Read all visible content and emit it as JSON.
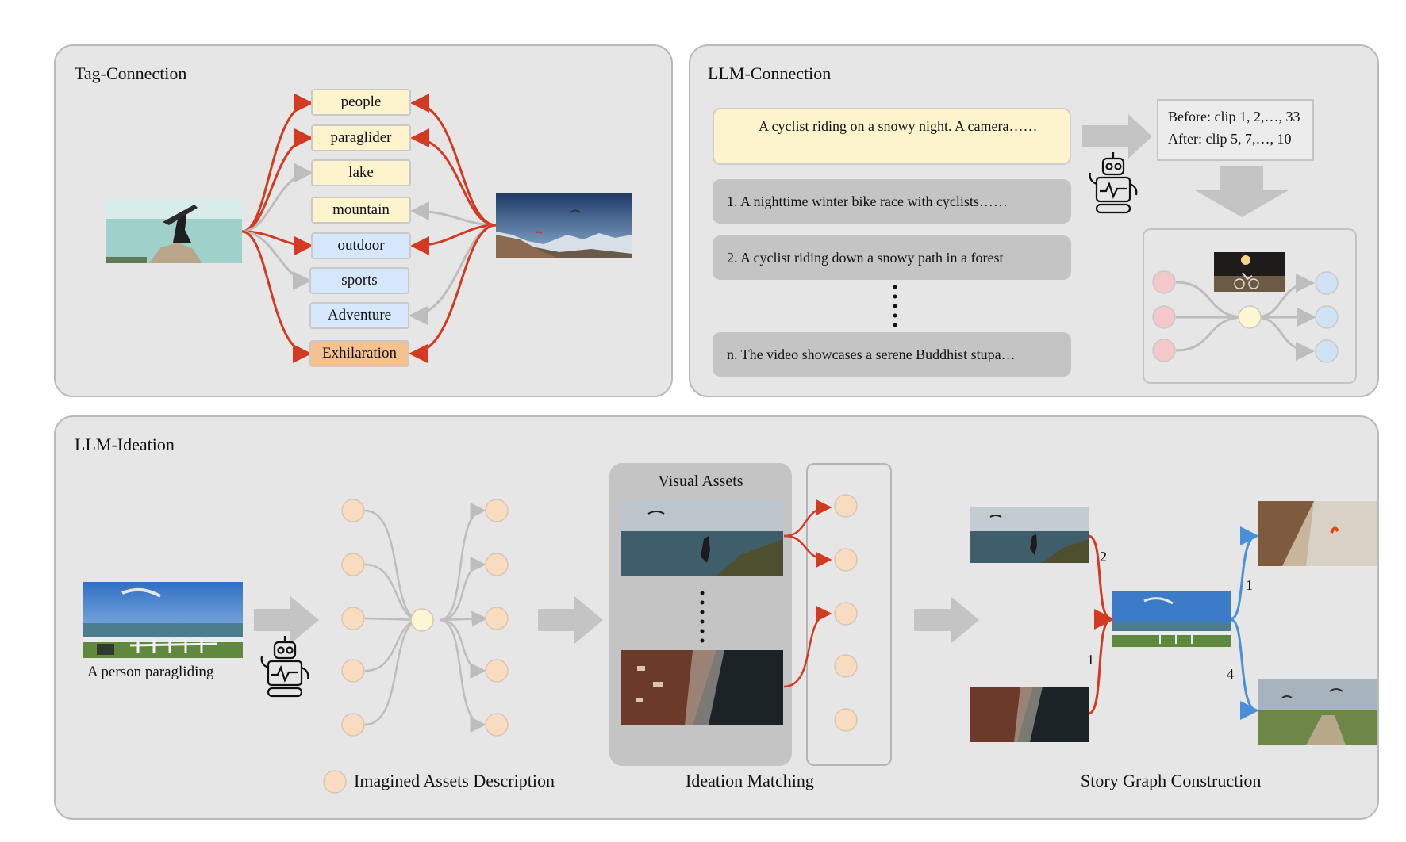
{
  "tag_connection": {
    "title": "Tag-Connection",
    "tags": [
      {
        "label": "people",
        "style": "y"
      },
      {
        "label": "paraglider",
        "style": "y"
      },
      {
        "label": "lake",
        "style": "y"
      },
      {
        "label": "mountain",
        "style": "y"
      },
      {
        "label": "outdoor",
        "style": "b"
      },
      {
        "label": "sports",
        "style": "b"
      },
      {
        "label": "Adventure",
        "style": "b"
      },
      {
        "label": "Exhilaration",
        "style": "o"
      }
    ]
  },
  "llm_connection": {
    "title": "LLM-Connection",
    "query": "A cyclist riding on a snowy night. A camera……",
    "candidates": [
      "1. A nighttime winter bike race with cyclists……",
      "2. A cyclist riding down a snowy path in a forest",
      "n. The video showcases a serene Buddhist stupa…"
    ],
    "result": {
      "before": "Before: clip 1, 2,…, 33",
      "after": "After: clip 5, 7,…, 10"
    }
  },
  "llm_ideation": {
    "title": "LLM-Ideation",
    "input_caption": "A person paragliding",
    "visual_assets_title": "Visual Assets",
    "legend_label": "Imagined Assets Description",
    "matching_label": "Ideation Matching",
    "story_label": "Story Graph Construction",
    "edge_numbers": {
      "top_in": "2",
      "bottom_in": "1",
      "top_out": "1",
      "bottom_out": "4"
    }
  },
  "colors": {
    "panel_bg": "#e6e6e6",
    "red_edge": "#d23a22",
    "gray_edge": "#bdbdbd",
    "blue_edge": "#4a90d9",
    "tag_yellow": "#fdf3cd",
    "tag_blue": "#d6e7fb",
    "tag_orange": "#f6c08f",
    "node_peach": "#f9dcc0",
    "node_pink": "#f4c7c9",
    "node_blue": "#cfe3f5",
    "node_center": "#fdf6d3"
  }
}
